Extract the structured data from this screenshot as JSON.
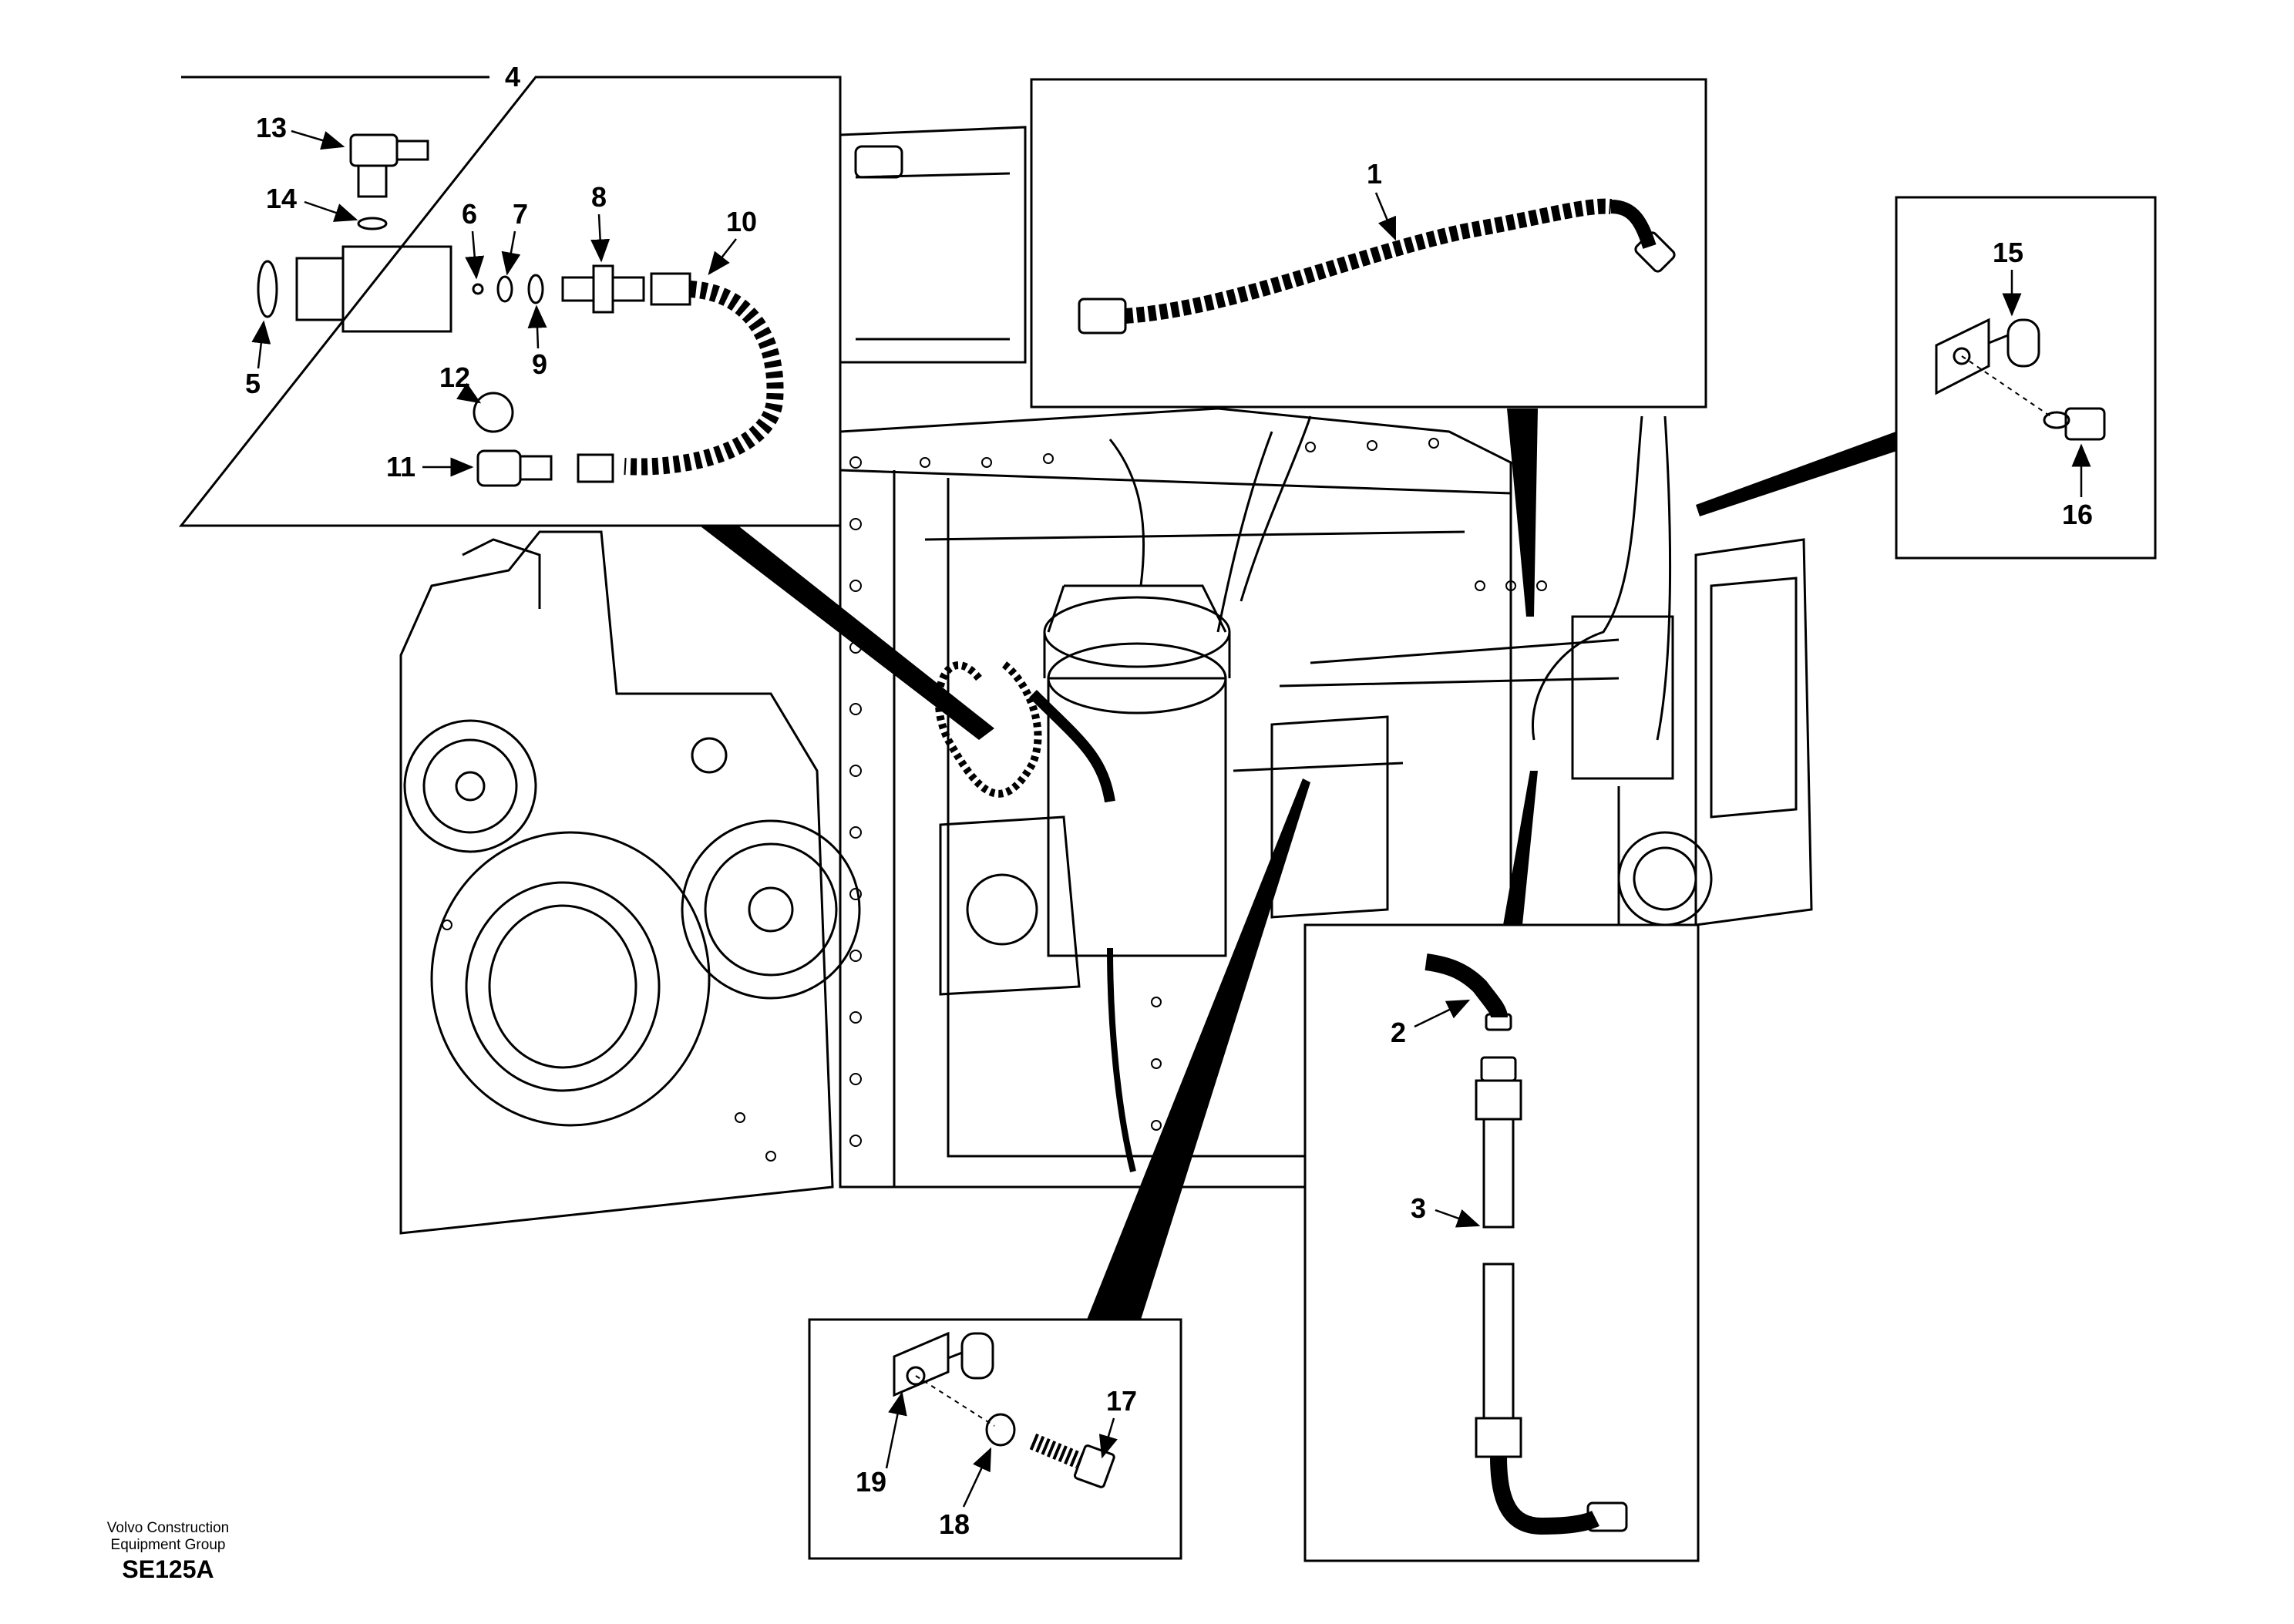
{
  "callouts": {
    "c1": "1",
    "c2": "2",
    "c3": "3",
    "c4": "4",
    "c5": "5",
    "c6": "6",
    "c7": "7",
    "c8": "8",
    "c9": "9",
    "c10": "10",
    "c11": "11",
    "c12": "12",
    "c13": "13",
    "c14": "14",
    "c15": "15",
    "c16": "16",
    "c17": "17",
    "c18": "18",
    "c19": "19"
  },
  "footer": {
    "maker_line1": "Volvo Construction",
    "maker_line2": "Equipment Group",
    "drawing_number": "SE125A"
  }
}
